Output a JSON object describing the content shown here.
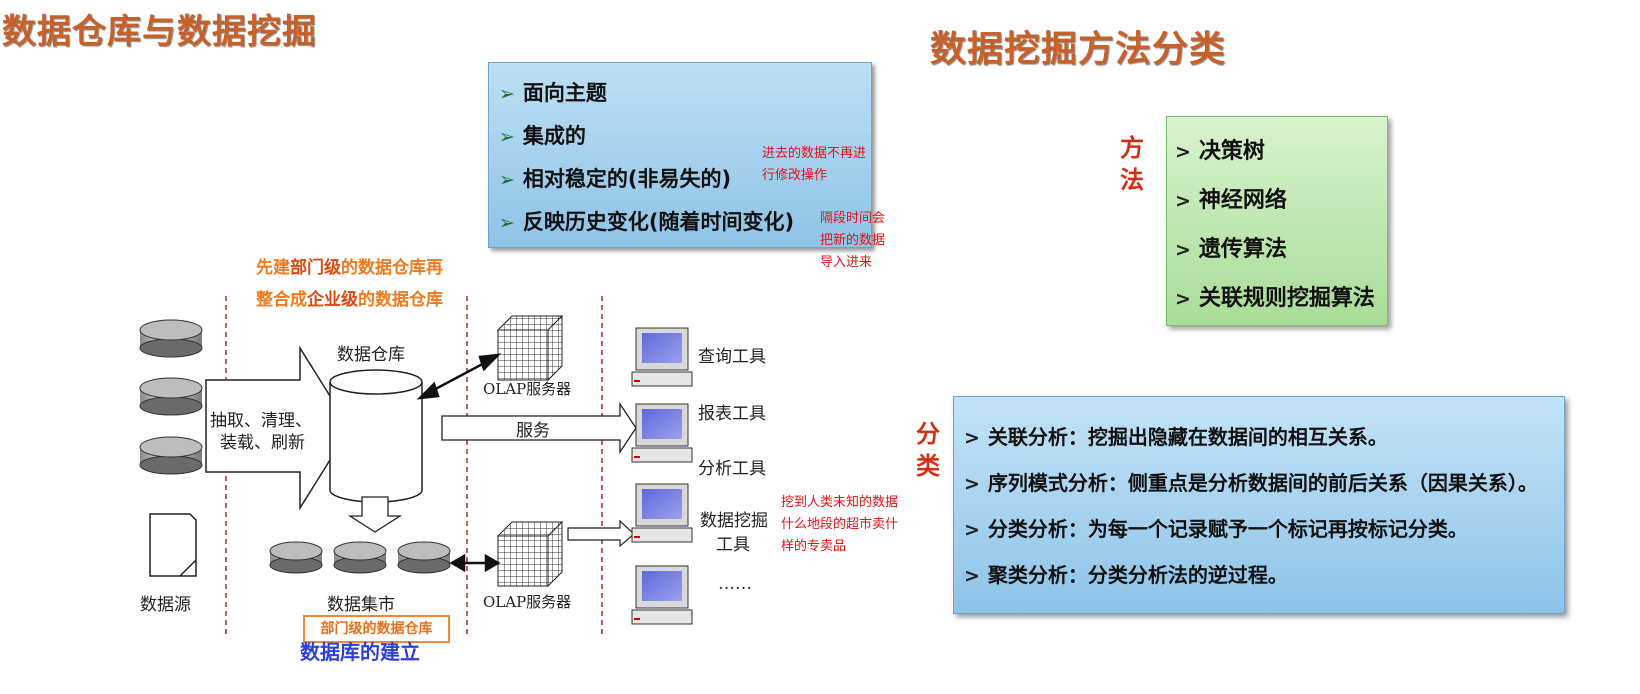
{
  "left": {
    "title": "数据仓库与数据挖掘",
    "features": [
      "面向主题",
      "集成的",
      "相对稳定的(非易失的)",
      "反映历史变化(随着时间变化)"
    ],
    "note_stable": [
      "进去的数据不再进",
      "行修改操作"
    ],
    "note_history": [
      "隔段时间会",
      "把新的数据",
      "导入进来"
    ],
    "note_mining": [
      "挖到人类未知的数据",
      "什么地段的超市卖什",
      "样的专卖品"
    ],
    "strategy_line1": {
      "a": "先建",
      "b": "部门级",
      "c": "的数据仓库再"
    },
    "strategy_line2": {
      "a": "整合成",
      "b": "企业级",
      "c": "的数据仓库"
    },
    "diagram": {
      "warehouse_label": "数据仓库",
      "etl_label_1": "抽取、清理、",
      "etl_label_2": "装载、刷新",
      "olap_top": "OLAP服务器",
      "olap_bottom": "OLAP服务器",
      "service_label": "服务",
      "source_label": "数据源",
      "mart_label": "数据集市",
      "tools": [
        "查询工具",
        "报表工具",
        "分析工具",
        "数据挖掘",
        "工具",
        "……"
      ]
    },
    "mart_box": "部门级的数据仓库",
    "db_build": "数据库的建立"
  },
  "right": {
    "title": "数据挖掘方法分类",
    "method_label": "方法",
    "methods": [
      "决策树",
      "神经网络",
      "遗传算法",
      "关联规则挖掘算法"
    ],
    "class_label": "分类",
    "classes": [
      "关联分析：挖掘出隐藏在数据间的相互关系。",
      "序列模式分析：侧重点是分析数据间的前后关系（因果关系）。",
      "分类分析：为每一个记录赋予一个标记再按标记分类。",
      "聚类分析：分类分析法的逆过程。"
    ]
  },
  "colors": {
    "title": "#c8602a",
    "feature_box": "#9fcdec",
    "method_box": "#bfe8b0",
    "red_note": "#e0121a",
    "orange_note": "#f07a1e",
    "db_build": "#2f3fd6"
  }
}
